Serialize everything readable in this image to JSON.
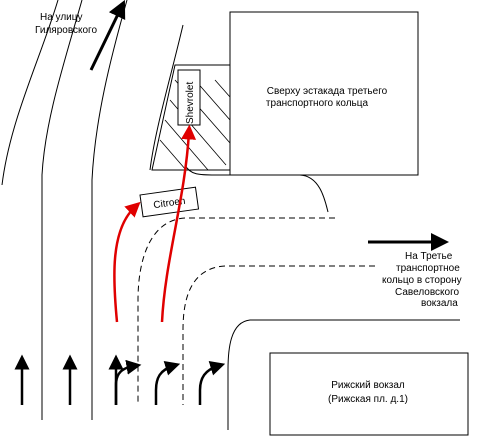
{
  "labels": {
    "to_gilyarovskogo_line1": "На улицу",
    "to_gilyarovskogo_line2": "Гиляровского",
    "overpass_line1": "Сверху эстакада третьего",
    "overpass_line2": "транспортного кольца",
    "ttk_line1": "На Третье",
    "ttk_line2": "транспортное",
    "ttk_line3": "кольцо в сторону",
    "ttk_line4": "Савеловского",
    "ttk_line5": "вокзала",
    "station_line1": "Рижский вокзал",
    "station_line2": "(Рижская пл. д.1)"
  },
  "vehicles": {
    "car1": "Shevrolet",
    "car2": "Citroen"
  },
  "colors": {
    "line": "#000000",
    "path": "#e00000",
    "background": "#ffffff"
  }
}
